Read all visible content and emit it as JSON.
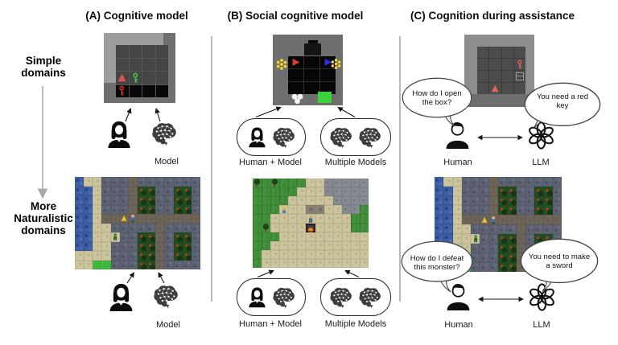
{
  "figure": {
    "side_labels": {
      "top": "Simple domains",
      "bottom": "More Naturalistic domains"
    }
  },
  "panels": {
    "a": {
      "title": "(A) Cognitive model",
      "model_label": "Model",
      "icons": {
        "human": "woman-silhouette-icon",
        "model": "brain-network-icon"
      }
    },
    "b": {
      "title": "(B) Social cognitive model",
      "pill_human_model": "Human + Model",
      "pill_multiple_models": "Multiple Models",
      "icons": {
        "human": "woman-silhouette-icon",
        "model": "brain-network-icon"
      }
    },
    "c": {
      "title": "(C) Cognition during assistance",
      "human_label": "Human",
      "llm_label": "LLM",
      "bubbles": {
        "question_top": "How do I open the box?",
        "answer_top": "You need a red key",
        "question_bottom": "How do I defeat this monster?",
        "answer_bottom": "You need to make a sword"
      },
      "icons": {
        "human": "man-silhouette-icon",
        "llm": "openai-logo-icon"
      }
    }
  },
  "scenes": {
    "minigrid_a": {
      "desc": "4x4 gridworld, black bottom row, light highlight top-left",
      "frame_color": "#6f6f6f",
      "highlight_color": "#9d9d9d",
      "cell_color": "#454545",
      "black_cell_color": "#070707",
      "line_color": "#565656",
      "items": [
        {
          "name": "agent-triangle",
          "color": "#e0564c",
          "row": 2,
          "col": 0
        },
        {
          "name": "key",
          "color": "#41cf41",
          "row": 2,
          "col": 1
        },
        {
          "name": "key",
          "color": "#e03226",
          "row": 3,
          "col": 0
        }
      ]
    },
    "minigrid_b": {
      "desc": "3x3 black room, chest above, flowers at sides, balls and goal below",
      "frame_color": "#6e6e6e",
      "cell_color": "#060606",
      "line_color": "#2d2d2d",
      "chest_color": "#151515",
      "flower_color": "#f2d42c",
      "ball_color": "#f5f5f5",
      "goal_color": "#3bd33b",
      "items": [
        {
          "name": "agent-triangle",
          "color": "#e23b28",
          "row": 0,
          "col": 0
        },
        {
          "name": "agent-triangle",
          "color": "#2a2fe0",
          "row": 0,
          "col": 2
        }
      ]
    },
    "minigrid_c": {
      "desc": "4x4 gridworld with red key, box and red agent",
      "frame_color": "#8d8d8d",
      "strip_color": "#6e6e6e",
      "cell_color": "#4c4c4c",
      "line_color": "#3b3b3b",
      "items": [
        {
          "name": "key",
          "color": "#e4645b",
          "row": 1,
          "col": 3
        },
        {
          "name": "box",
          "color": "#9a9a9a",
          "row": 2,
          "col": 3
        },
        {
          "name": "agent-triangle",
          "color": "#e4645b",
          "row": 3,
          "col": 1
        }
      ]
    },
    "crafter_a": {
      "desc": "crafter-like scene: lake, roads, orchard trees, zombie, player",
      "rows": [
        "wssSSSrSSSSSSS",
        "wwsSSSrGGSSGGS",
        "wwsSSSrGGSSGGS",
        "wwsSSSrGGSSGGS",
        "wwsrryprrrrrrr",
        "wwssSSSSSrSSSS",
        "wwsszSSGGrSGGS",
        "wwssSSSGGrSGGS",
        "ssssSSSGGrSGGS",
        "ssggSSSGGrSSSS"
      ],
      "specials": {
        "p": "r",
        "y": "r",
        "z": "s"
      }
    },
    "crafter_b": {
      "desc": "crafter-like scene: grass with trees, sand clearing, furnace, player, villager, rock",
      "rows": [
        "teteeessqqqqq",
        "eeeeesssqqqqq",
        "eeeesssssqqqq",
        "eeevssddssqqe",
        "eesssspssssee",
        "etssssfssssee",
        "eeessssssssss",
        "eesssssssssss",
        "essssssssssss",
        "essssssssssss"
      ],
      "specials": {
        "p": "s",
        "v": "s"
      }
    },
    "palette": {
      "w": "#3c5fa6",
      "s": "#cbc49c",
      "S": "#5e6373",
      "r": "#6e6559",
      "G": "#245020",
      "g": "#3cb83c",
      "e": "#44913c",
      "t": "#44913c",
      "q": "#868b92",
      "d": "#8a8478",
      "f": "#3e3e47"
    }
  }
}
